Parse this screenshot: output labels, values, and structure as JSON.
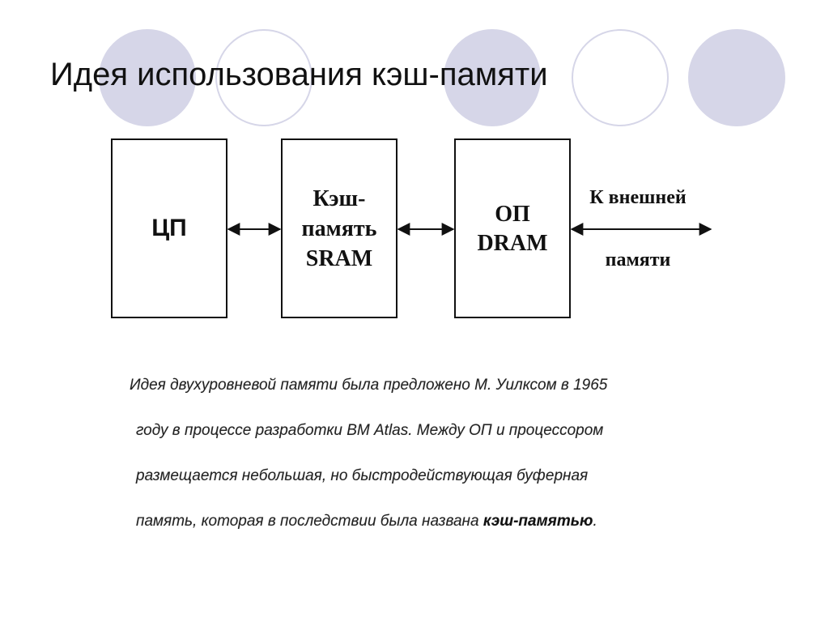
{
  "slide": {
    "title": "Идея использования кэш-памяти",
    "decoration_colors": {
      "circle": "#d6d6e8"
    }
  },
  "diagram": {
    "blocks": [
      {
        "id": "cpu",
        "lines": [
          "ЦП"
        ]
      },
      {
        "id": "cache",
        "lines": [
          "Кэш-",
          "память",
          "SRAM"
        ]
      },
      {
        "id": "ram",
        "lines": [
          "ОП",
          "DRAM"
        ]
      }
    ],
    "external_label": {
      "line1": "К внешней",
      "line2": "памяти"
    },
    "arrows": [
      {
        "from": "cpu",
        "to": "cache",
        "type": "bidirectional"
      },
      {
        "from": "cache",
        "to": "ram",
        "type": "bidirectional"
      },
      {
        "from": "ram",
        "to": "external",
        "type": "bidirectional"
      }
    ]
  },
  "paragraph": {
    "line1": "Идея двухуровневой памяти была предложено М. Уилксом в 1965",
    "line2": "году в процессе разработки ВМ Atlas. Между ОП и процессором",
    "line3": "размещается небольшая, но быстродействующая буферная",
    "line4_prefix": "память, которая в последствии была названа ",
    "line4_bold": "кэш-памятью",
    "line4_suffix": "."
  }
}
